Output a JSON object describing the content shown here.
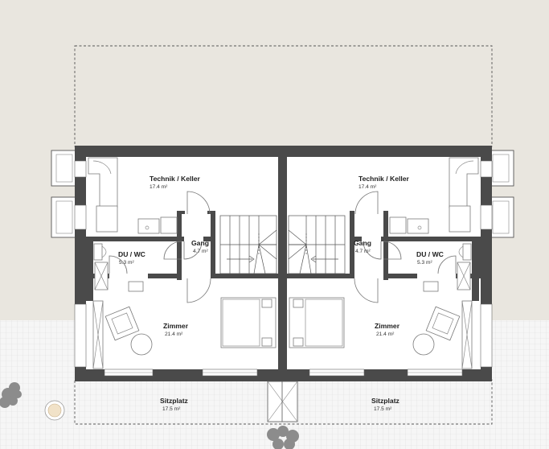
{
  "plan": {
    "colors": {
      "ground": "#e9e6df",
      "wall": "#4a4a4a",
      "pavement": "#f4f4f4",
      "tree": "#8c8c8c"
    },
    "units": [
      {
        "rooms": [
          {
            "id": "technik",
            "name": "Technik / Keller",
            "area": "17.4 m²"
          },
          {
            "id": "gang",
            "name": "Gang",
            "area": "4.7 m²"
          },
          {
            "id": "du-wc",
            "name": "DU / WC",
            "area": "5.3 m²"
          },
          {
            "id": "zimmer",
            "name": "Zimmer",
            "area": "21.4 m²"
          },
          {
            "id": "sitzplatz",
            "name": "Sitzplatz",
            "area": "17.5 m²"
          }
        ]
      },
      {
        "rooms": [
          {
            "id": "technik",
            "name": "Technik / Keller",
            "area": "17.4 m²"
          },
          {
            "id": "gang",
            "name": "Gang",
            "area": "4.7 m²"
          },
          {
            "id": "du-wc",
            "name": "DU / WC",
            "area": "5.3 m²"
          },
          {
            "id": "zimmer",
            "name": "Zimmer",
            "area": "21.4 m²"
          },
          {
            "id": "sitzplatz",
            "name": "Sitzplatz",
            "area": "17.5 m²"
          }
        ]
      }
    ]
  }
}
